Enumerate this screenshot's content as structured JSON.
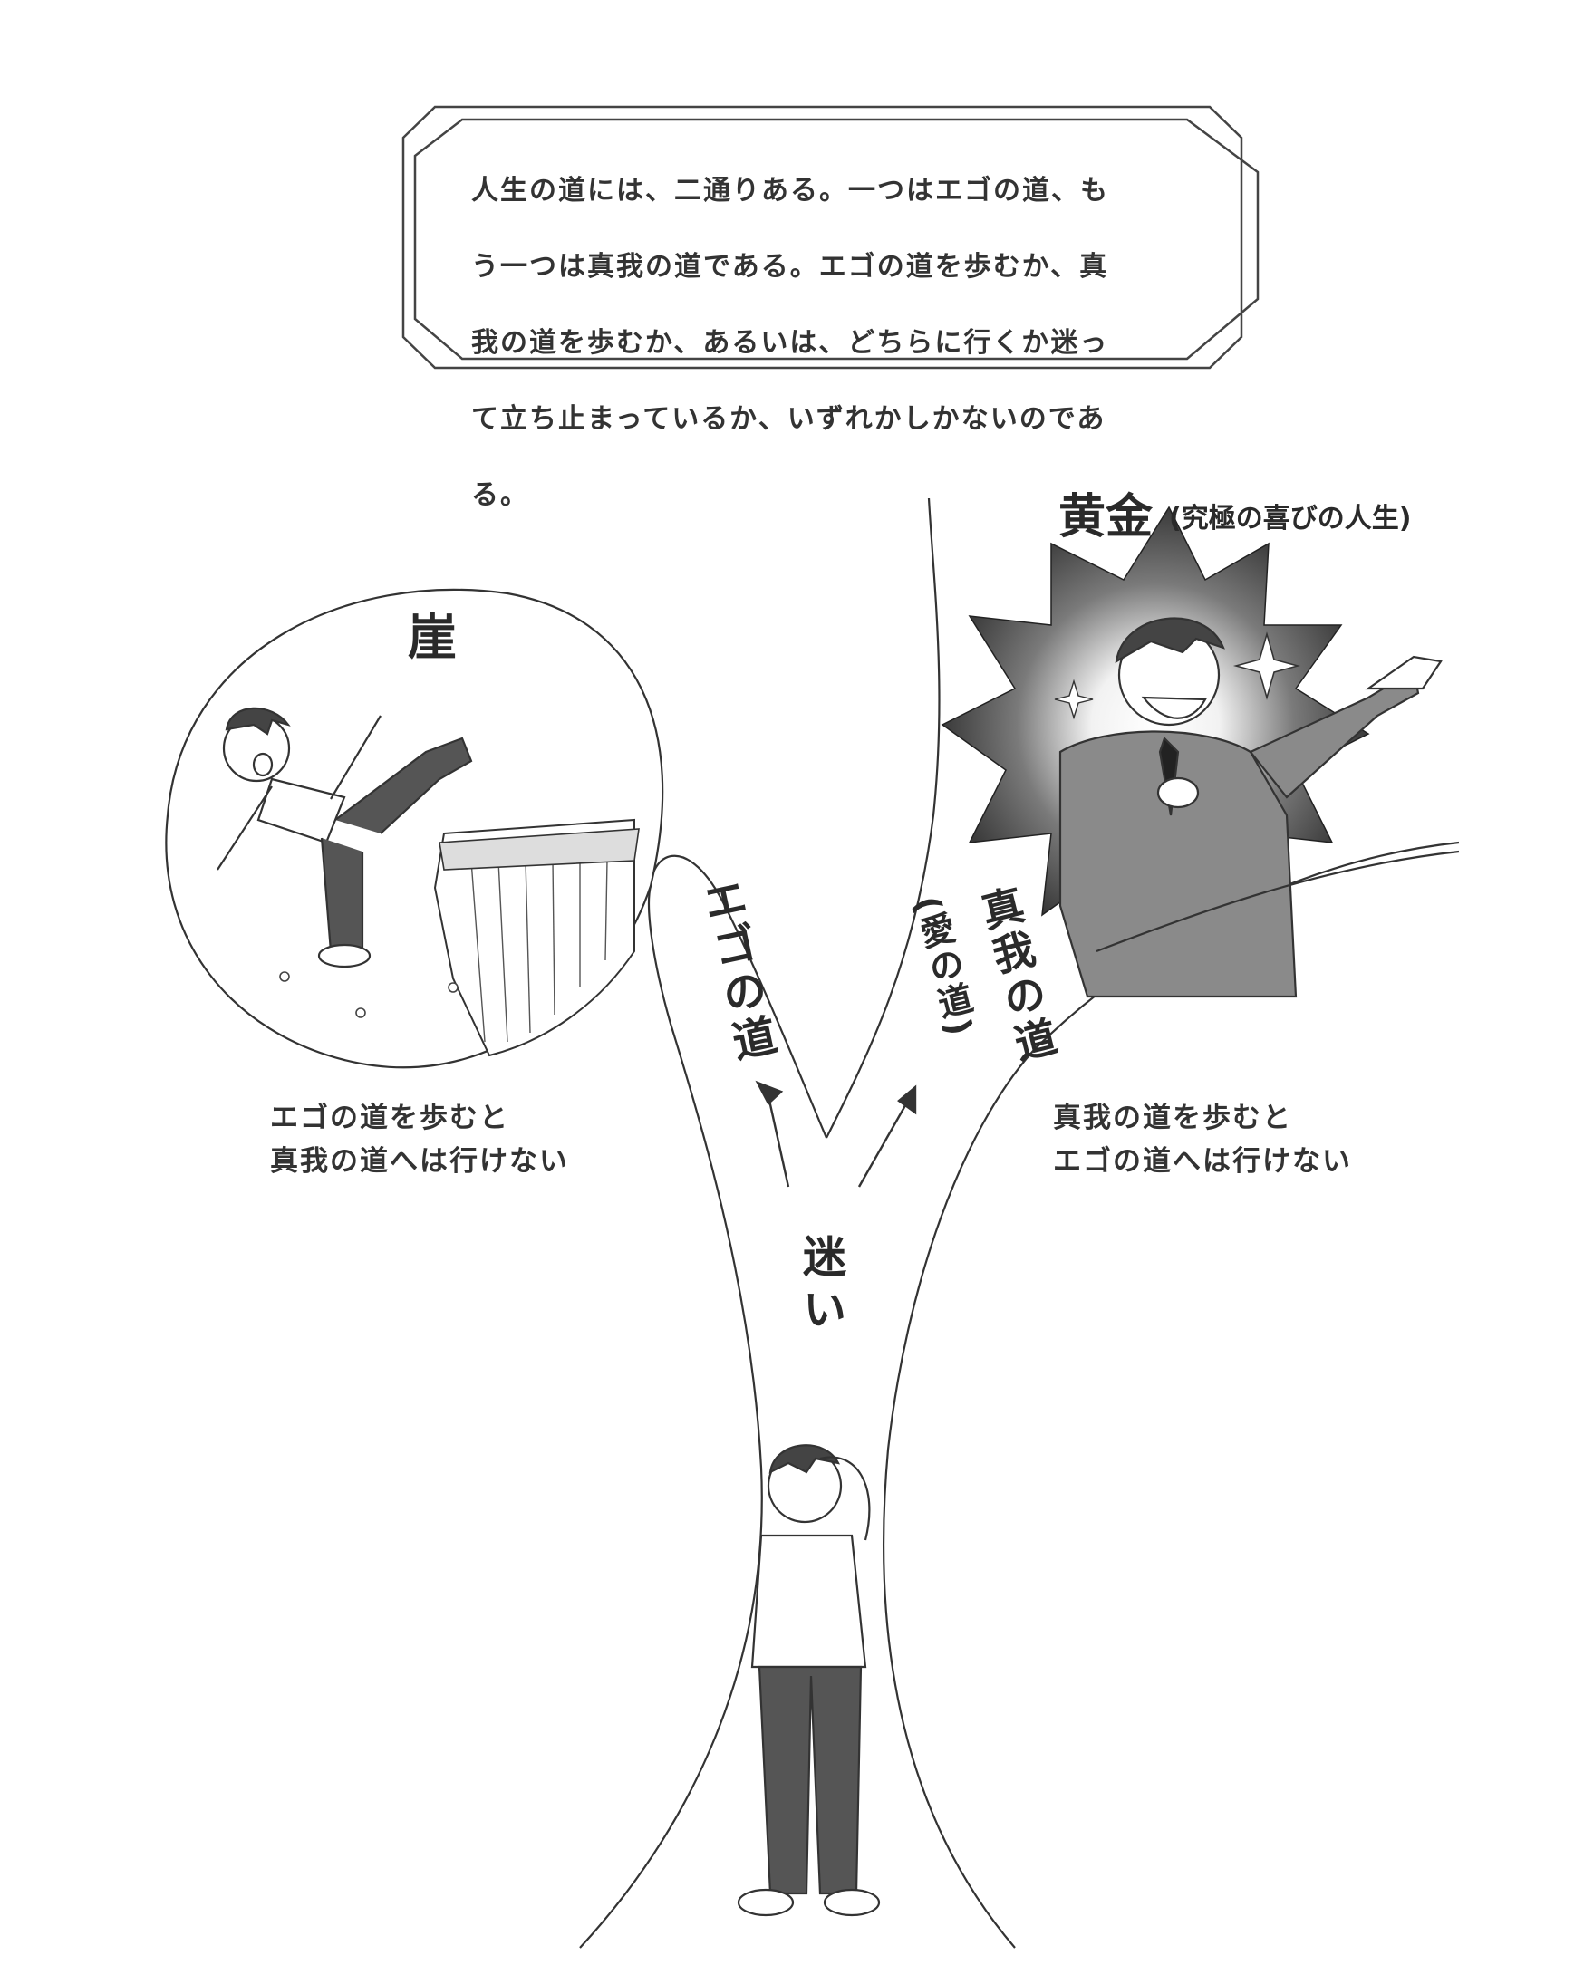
{
  "intro": {
    "lines": [
      "人生の道には、二通りある。一つはエゴの道、も",
      "う一つは真我の道である。エゴの道を歩むか、真",
      "我の道を歩むか、あるいは、どちらに行くか迷っ",
      "て立ち止まっているか、いずれかしかないのであ",
      "る。"
    ]
  },
  "labels": {
    "cliff": "崖",
    "gold": "黄金",
    "gold_note": "(究極の喜びの人生)",
    "ego_path": "エゴの道",
    "true_self_path": "真我の道",
    "love_path": "(愛の道)",
    "hesitation": "迷い"
  },
  "captions": {
    "left": [
      "エゴの道を歩むと",
      "真我の道へは行けない"
    ],
    "right": [
      "真我の道を歩むと",
      "エゴの道へは行けない"
    ]
  }
}
